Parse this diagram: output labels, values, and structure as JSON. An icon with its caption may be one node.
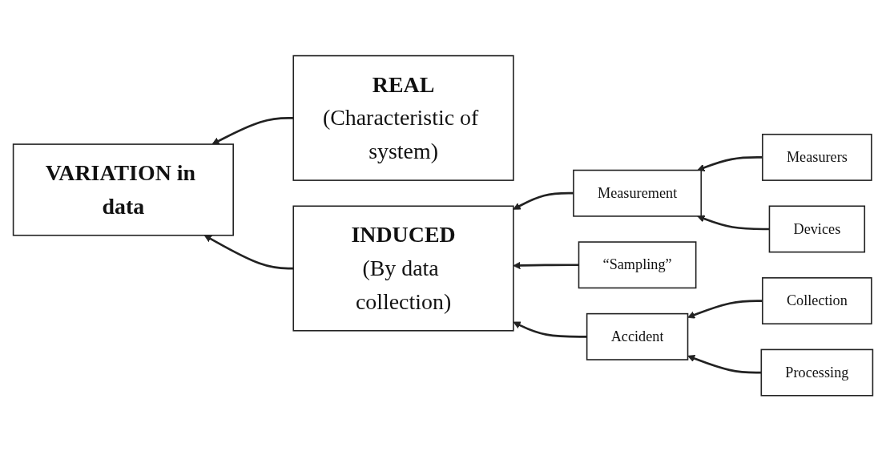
{
  "diagram": {
    "nodes": [
      {
        "text": [
          "VARIATION in data"
        ]
      },
      {
        "text": [
          "REAL",
          "(Characteristic of system)"
        ]
      },
      {
        "text": [
          "INDUCED",
          "(By data collection)"
        ]
      },
      {
        "text": [
          "Measurement"
        ]
      },
      {
        "text": [
          "“Sampling”"
        ]
      },
      {
        "text": [
          "Accident"
        ]
      },
      {
        "text": [
          "Measurers"
        ]
      },
      {
        "text": [
          "Devices"
        ]
      },
      {
        "text": [
          "Collection"
        ]
      },
      {
        "text": [
          "Processing"
        ]
      }
    ],
    "edges": [
      {
        "from": 1,
        "to": 0,
        "arrow": "to"
      },
      {
        "from": 2,
        "to": 0,
        "arrow": "to"
      },
      {
        "from": 3,
        "to": 2,
        "arrow": "to"
      },
      {
        "from": 4,
        "to": 2,
        "arrow": "to"
      },
      {
        "from": 5,
        "to": 2,
        "arrow": "to"
      },
      {
        "from": 6,
        "to": 3,
        "arrow": "to"
      },
      {
        "from": 7,
        "to": 3,
        "arrow": "to"
      },
      {
        "from": 8,
        "to": 5,
        "arrow": "to"
      },
      {
        "from": 9,
        "to": 5,
        "arrow": "to"
      }
    ]
  }
}
